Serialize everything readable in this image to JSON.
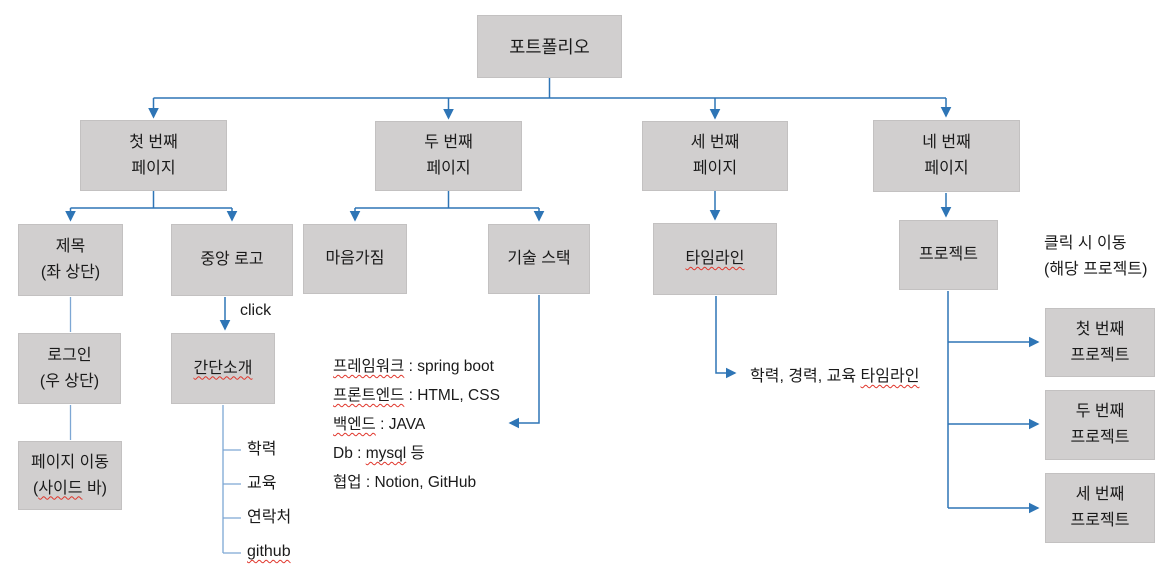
{
  "colors": {
    "box_fill": "#d1cfcf",
    "box_border": "#c3c1c1",
    "arrow": "#2e75b6",
    "line": "#7da7d4",
    "squiggle": "#e0352b",
    "text": "#1a1a1a",
    "background": "#ffffff"
  },
  "nodes": {
    "root": {
      "label": "포트폴리오"
    },
    "page1": {
      "line1": "첫 번째",
      "line2": "페이지"
    },
    "page2": {
      "line1": "두 번째",
      "line2": "페이지"
    },
    "page3": {
      "line1": "세 번째",
      "line2": "페이지"
    },
    "page4": {
      "line1": "네 번째",
      "line2": "페이지"
    },
    "title": {
      "line1": "제목",
      "line2": "(좌 상단)"
    },
    "center_logo": {
      "line1": "중앙 로고"
    },
    "login": {
      "line1": "로그인",
      "line2": "(우 상단)"
    },
    "page_move": {
      "line1": "페이지 이동",
      "line2_pre": "(",
      "line2_mis": "사이드",
      "line2_post": " 바)"
    },
    "intro": {
      "mis": "간단소개"
    },
    "mindset": {
      "line1": "마음가짐"
    },
    "tech_stack": {
      "line1": "기술 스택"
    },
    "timeline": {
      "mis": "타임라인"
    },
    "project": {
      "line1": "프로젝트"
    },
    "proj1": {
      "line1": "첫 번째",
      "line2": "프로젝트"
    },
    "proj2": {
      "line1": "두 번째",
      "line2": "프로젝트"
    },
    "proj3": {
      "line1": "세 번째",
      "line2": "프로젝트"
    }
  },
  "annotations": {
    "click_label": "click",
    "project_note_line1": "클릭 시 이동",
    "project_note_line2": "(해당 프로젝트)",
    "timeline_note": {
      "pre": "학력, 경력, 교육 ",
      "mis": "타임라인",
      "post": ""
    }
  },
  "intro_items": [
    {
      "pre": "학력",
      "mis": "",
      "post": ""
    },
    {
      "pre": "교육",
      "mis": "",
      "post": ""
    },
    {
      "pre": "연락처",
      "mis": "",
      "post": ""
    },
    {
      "pre": "",
      "mis": "github",
      "post": ""
    }
  ],
  "tech_list": [
    {
      "pre": "",
      "mis": "프레임워크",
      "post": " : spring boot"
    },
    {
      "pre": "",
      "mis": "프론트엔드",
      "post": " : HTML, CSS"
    },
    {
      "pre": "",
      "mis": "백엔드",
      "post": " : JAVA"
    },
    {
      "pre": "Db : ",
      "mis": "mysql",
      "post": " 등"
    },
    {
      "pre": "협업 : Notion, GitHub",
      "mis": "",
      "post": ""
    }
  ]
}
